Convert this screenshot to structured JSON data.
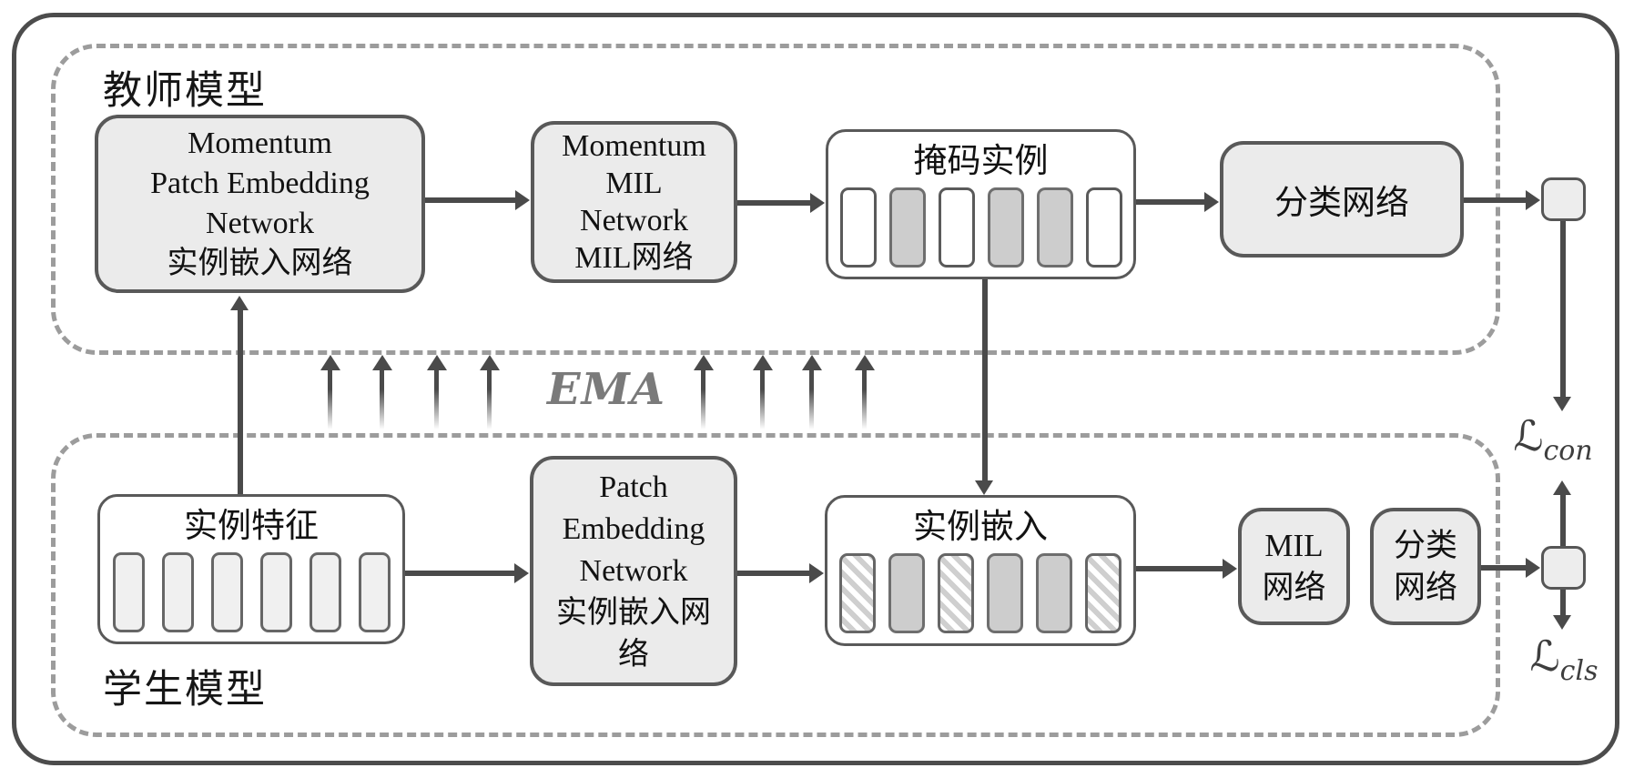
{
  "teacher": {
    "label": "教师模型",
    "momentum_patch_box": {
      "lines": [
        "Momentum",
        "Patch Embedding",
        "Network",
        "实例嵌入网络"
      ]
    },
    "momentum_mil_box": {
      "lines": [
        "Momentum",
        "MIL",
        "Network",
        "MIL网络"
      ]
    },
    "masked_instances_box": {
      "title": "掩码实例",
      "cells": [
        "plain",
        "masked",
        "plain",
        "masked",
        "masked",
        "plain"
      ]
    },
    "classifier_box": {
      "label": "分类网络"
    }
  },
  "ema": {
    "label": "EMA"
  },
  "student": {
    "label": "学生模型",
    "instance_features_box": {
      "title": "实例特征",
      "cells": [
        "feature",
        "feature",
        "feature",
        "feature",
        "feature",
        "feature"
      ]
    },
    "patch_embedding_box": {
      "lines": [
        "Patch",
        "Embedding",
        "Network",
        "实例嵌入网",
        "络"
      ]
    },
    "instance_embedding_box": {
      "title": "实例嵌入",
      "cells": [
        "hatched",
        "masked",
        "hatched",
        "masked",
        "masked",
        "hatched"
      ]
    },
    "mil_box": {
      "lines": [
        "MIL",
        "网络"
      ]
    },
    "classifier_box": {
      "lines": [
        "分类",
        "网络"
      ]
    }
  },
  "losses": {
    "contrastive": {
      "symbol": "ℒ",
      "subscript": "con"
    },
    "classification": {
      "symbol": "ℒ",
      "subscript": "cls"
    }
  },
  "colors": {
    "box_fill": "#ebebeb",
    "box_border": "#595959",
    "dashed_border": "#9c9c9c",
    "arrow": "#4a4a4a",
    "masked_cell": "#cdcdcd",
    "feature_cell": "#f0f0f0",
    "ema_text": "#7a7a7a"
  }
}
